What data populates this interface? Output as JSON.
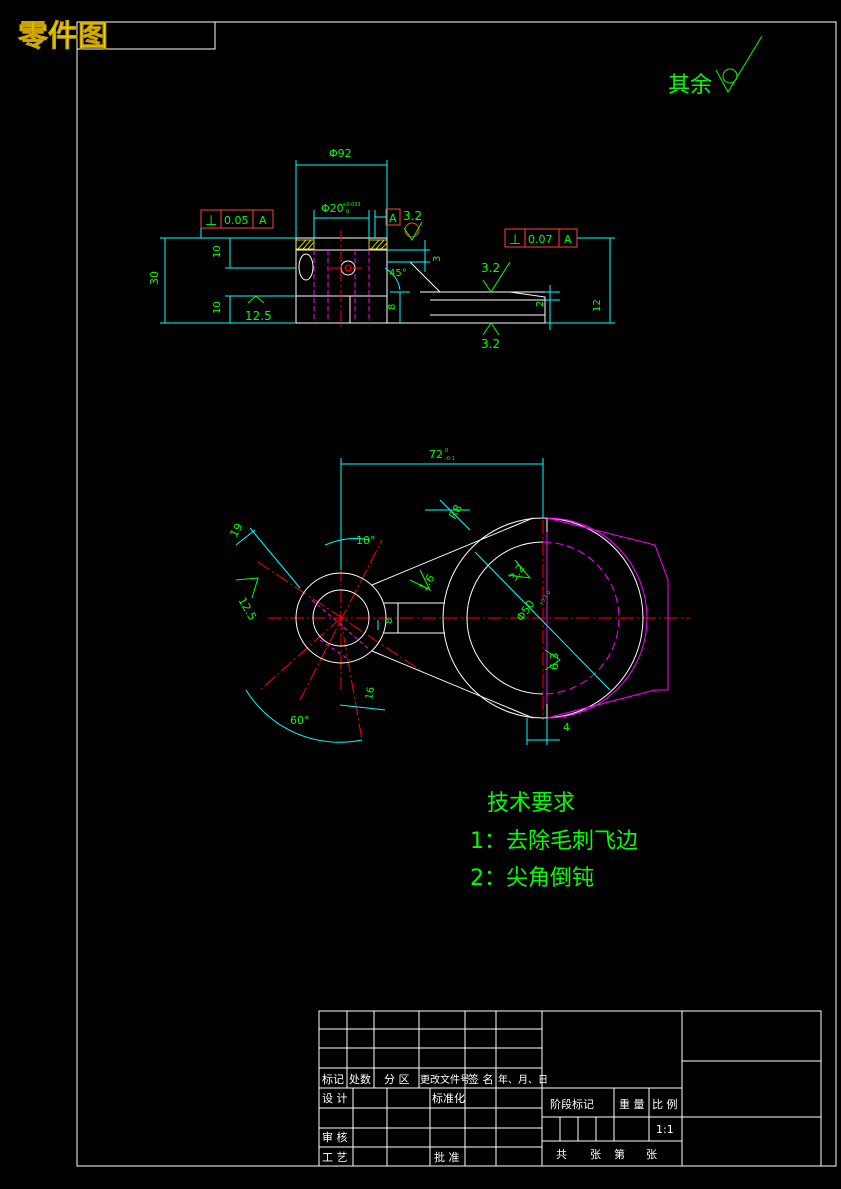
{
  "title": "零件图",
  "surface_note": "其余",
  "dims": {
    "d92": "Φ92",
    "d20": "Φ20",
    "d20_tol_up": "+0.033",
    "d20_tol_lo": "0",
    "h30": "30",
    "h10a": "10",
    "h10b": "10",
    "h3": "3",
    "h8": "8",
    "h2": "2",
    "h12": "12",
    "a45": "45°",
    "l72": "72",
    "l72_tol_up": "0",
    "l72_tol_lo": "-0.1",
    "r19": "19",
    "r8_top": "R8",
    "w8": "8",
    "d50": "Φ50",
    "w4": "4",
    "a10": "10°",
    "a60": "60°",
    "r16": "16",
    "d50_tol": "+0.1 0"
  },
  "tolerances": {
    "perp1_value": "0.05",
    "perp1_datum": "A",
    "perp2_value": "0.07",
    "perp2_datum": "A",
    "datum_label": "A"
  },
  "roughness": {
    "r1": "3.2",
    "r2": "3.2",
    "r3": "3.2",
    "r4": "12.5",
    "r5": "12.5",
    "r6": "1.6",
    "r7": "3.2",
    "r8": "6.3"
  },
  "tech": {
    "heading": "技术要求",
    "item1": "1：去除毛刺飞边",
    "item2": "2：尖角倒钝"
  },
  "titleblock": {
    "c_mark": "标记",
    "c_count": "处数",
    "c_zone": "分 区",
    "c_doc": "更改文件号",
    "c_sign": "签 名",
    "c_date": "年、月、日",
    "c_design": "设 计",
    "c_std": "标准化",
    "c_stage": "阶段标记",
    "c_weight": "重 量",
    "c_scale": "比 例",
    "scale_value": "1:1",
    "c_review": "审 核",
    "c_process": "工 艺",
    "c_approve": "批 准",
    "c_total": "共",
    "c_sheets": "张",
    "c_no": "第",
    "c_sheet": "张"
  },
  "colors": {
    "frame": "#ffffff",
    "text": "#00ff00",
    "dim": "#00ffff",
    "center": "#ff0000",
    "hidden": "#ff00ff",
    "fcf": "#ff4040",
    "title": "#ffff00"
  }
}
